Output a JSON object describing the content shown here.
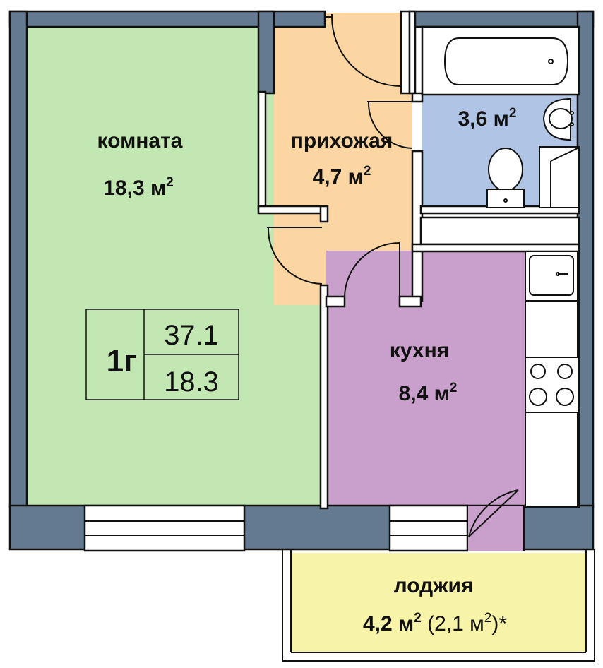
{
  "rooms": {
    "room": {
      "name": "комната",
      "area": "18,3 м",
      "sup": "2",
      "color": "#c3e7b2"
    },
    "hall": {
      "name": "прихожая",
      "area": "4,7 м",
      "sup": "2",
      "color": "#fcd6a2"
    },
    "bath": {
      "area": "3,6 м",
      "sup": "2",
      "color": "#b0c4e5"
    },
    "kitchen": {
      "name": "кухня",
      "area": "8,4 м",
      "sup": "2",
      "color": "#c9a0cb"
    },
    "loggia": {
      "name": "лоджия",
      "area": "4,2 м",
      "sup": "2",
      "extra_open": "(2,1 м",
      "extra_sup": "2",
      "extra_close": ")*",
      "color": "#f7f3a8"
    }
  },
  "badge": {
    "type": "1г",
    "total": "37.1",
    "living": "18.3"
  },
  "colors": {
    "wall": "#647a90",
    "line": "#111111"
  }
}
